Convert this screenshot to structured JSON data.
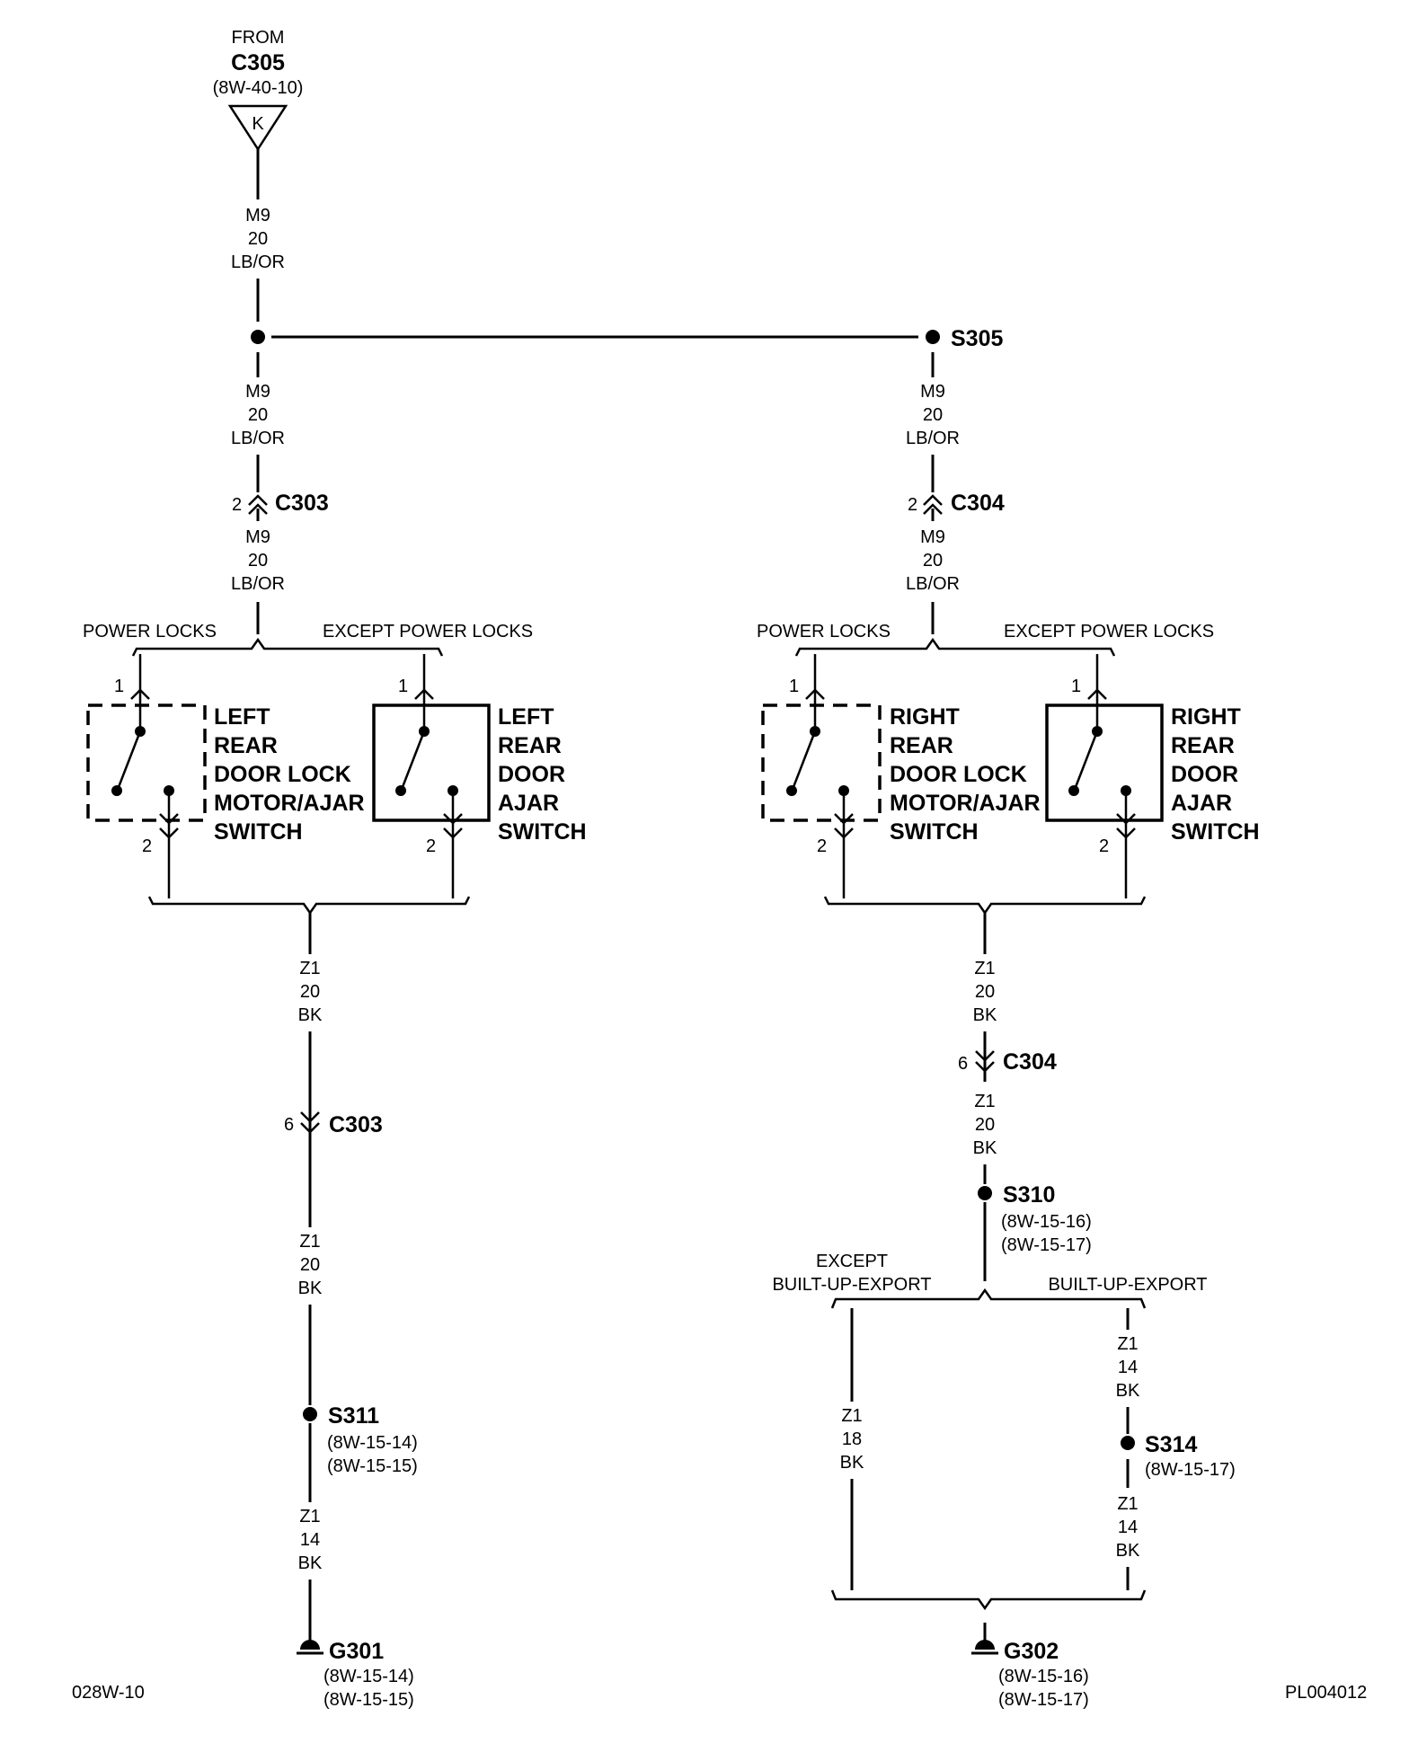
{
  "source": {
    "from": "FROM",
    "connector": "C305",
    "ref": "(8W-40-10)",
    "pin": "K"
  },
  "wire_m9": {
    "circuit": "M9",
    "gauge": "20",
    "color": "LB/OR"
  },
  "wire_z1_20": {
    "circuit": "Z1",
    "gauge": "20",
    "color": "BK"
  },
  "wire_z1_18": {
    "circuit": "Z1",
    "gauge": "18",
    "color": "BK"
  },
  "wire_z1_14": {
    "circuit": "Z1",
    "gauge": "14",
    "color": "BK"
  },
  "splices": {
    "s305": "S305",
    "s310": {
      "name": "S310",
      "ref1": "(8W-15-16)",
      "ref2": "(8W-15-17)"
    },
    "s311": {
      "name": "S311",
      "ref1": "(8W-15-14)",
      "ref2": "(8W-15-15)"
    },
    "s314": {
      "name": "S314",
      "ref1": "(8W-15-17)"
    }
  },
  "connectors": {
    "c303": "C303",
    "c304": "C304",
    "pin_2": "2",
    "pin_6": "6",
    "pin_1": "1"
  },
  "options": {
    "power_locks": "POWER LOCKS",
    "except_power_locks": "EXCEPT POWER LOCKS",
    "except": "EXCEPT",
    "built_up_export": "BUILT-UP-EXPORT"
  },
  "components": {
    "left_motor": [
      "LEFT",
      "REAR",
      "DOOR LOCK",
      "MOTOR/AJAR",
      "SWITCH"
    ],
    "left_switch": [
      "LEFT",
      "REAR",
      "DOOR",
      "AJAR",
      "SWITCH"
    ],
    "right_motor": [
      "RIGHT",
      "REAR",
      "DOOR LOCK",
      "MOTOR/AJAR",
      "SWITCH"
    ],
    "right_switch": [
      "RIGHT",
      "REAR",
      "DOOR",
      "AJAR",
      "SWITCH"
    ]
  },
  "grounds": {
    "g301": {
      "name": "G301",
      "ref1": "(8W-15-14)",
      "ref2": "(8W-15-15)"
    },
    "g302": {
      "name": "G302",
      "ref1": "(8W-15-16)",
      "ref2": "(8W-15-17)"
    }
  },
  "footer": {
    "left": "028W-10",
    "right": "PL004012"
  }
}
